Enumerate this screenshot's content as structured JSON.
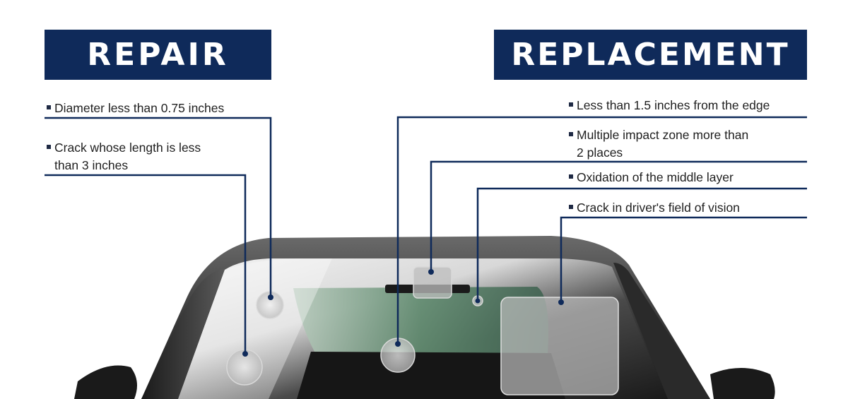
{
  "repair": {
    "heading": "REPAIR",
    "criteria": [
      {
        "line1": "Diameter less than 0.75 inches",
        "line2": ""
      },
      {
        "line1": "Crack whose length is less",
        "line2": "than 3 inches"
      }
    ]
  },
  "replacement": {
    "heading": "REPLACEMENT",
    "criteria": [
      {
        "line1": "Less than 1.5 inches from the edge",
        "line2": ""
      },
      {
        "line1": "Multiple impact zone more than",
        "line2": "2 places"
      },
      {
        "line1": "Oxidation of the middle layer",
        "line2": ""
      },
      {
        "line1": "Crack in driver's field of vision",
        "line2": ""
      }
    ]
  },
  "colors": {
    "header_bg": "#0f2a5a",
    "leader_line": "#0f2a5a",
    "car_body": "#2b2b2b"
  }
}
